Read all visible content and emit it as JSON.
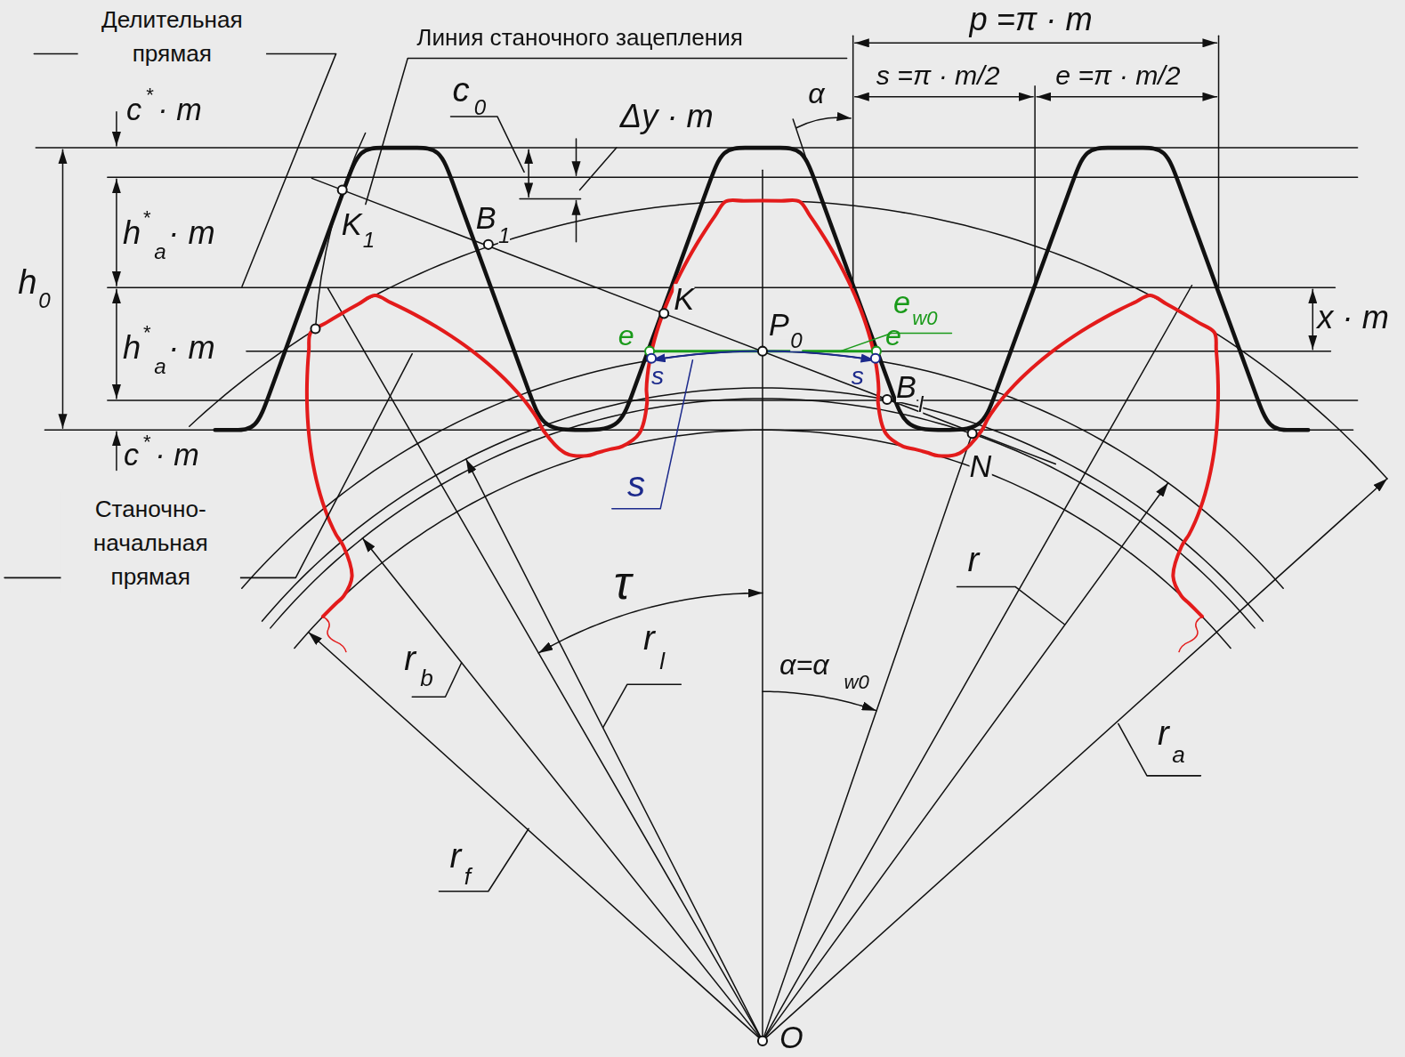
{
  "diagram": {
    "labels": [
      "Делительная прямая",
      "Линия станочного зацепления",
      "p =π · m",
      "s =π · m/2",
      "e =π · m/2",
      "α",
      "c",
      "*",
      "· m",
      "c",
      "0",
      "Δy · m",
      "h",
      "*",
      "a",
      "· m",
      "h",
      "*",
      "a",
      "· m",
      "h",
      "0",
      "K",
      "1",
      "B",
      "1",
      "K",
      "P",
      "0",
      "e",
      "e",
      "e",
      "w0",
      "s",
      "s",
      "s",
      "B",
      "l",
      "x · m",
      "c",
      "*",
      "· m",
      "Станочно- начальная прямая",
      "N",
      "τ",
      "r",
      "r",
      "b",
      "r",
      "l",
      "α=α",
      "w0",
      "r",
      "a",
      "r",
      "f",
      "O"
    ]
  }
}
